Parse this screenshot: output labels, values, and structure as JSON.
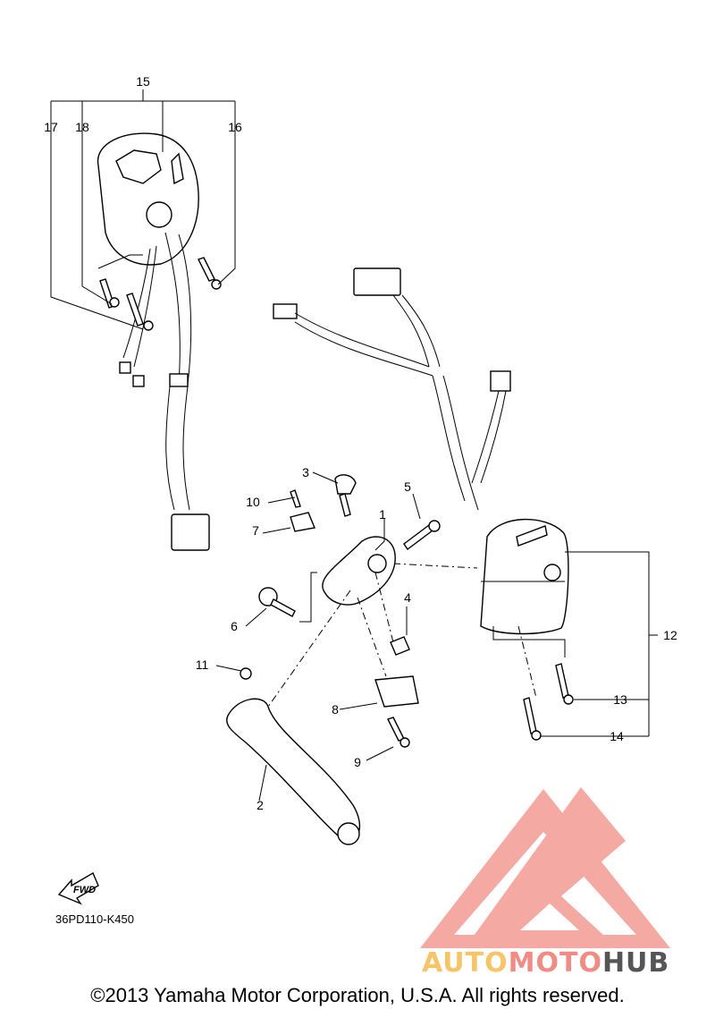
{
  "diagram": {
    "callouts": [
      {
        "id": "c1",
        "text": "1"
      },
      {
        "id": "c2",
        "text": "2"
      },
      {
        "id": "c3",
        "text": "3"
      },
      {
        "id": "c4",
        "text": "4"
      },
      {
        "id": "c5",
        "text": "5"
      },
      {
        "id": "c6",
        "text": "6"
      },
      {
        "id": "c7",
        "text": "7"
      },
      {
        "id": "c8",
        "text": "8"
      },
      {
        "id": "c9",
        "text": "9"
      },
      {
        "id": "c10",
        "text": "10"
      },
      {
        "id": "c11",
        "text": "11"
      },
      {
        "id": "c12",
        "text": "12"
      },
      {
        "id": "c13",
        "text": "13"
      },
      {
        "id": "c14",
        "text": "14"
      },
      {
        "id": "c15",
        "text": "15"
      },
      {
        "id": "c16",
        "text": "16"
      },
      {
        "id": "c17",
        "text": "17"
      },
      {
        "id": "c18",
        "text": "18"
      }
    ],
    "fwd_label": "FWD",
    "diagram_code": "36PD110-K450"
  },
  "watermark": {
    "brand": "AUTOMOTOHUB",
    "part_auto": "AUTO",
    "part_moto": "MOTO",
    "part_hub": "HUB",
    "colors": {
      "logo": "#f4a09a",
      "auto": "#f7c46a",
      "moto": "#f08c84",
      "hub": "#555555"
    }
  },
  "footer": {
    "copyright": "©2013 Yamaha Motor Corporation, U.S.A. All rights reserved."
  }
}
